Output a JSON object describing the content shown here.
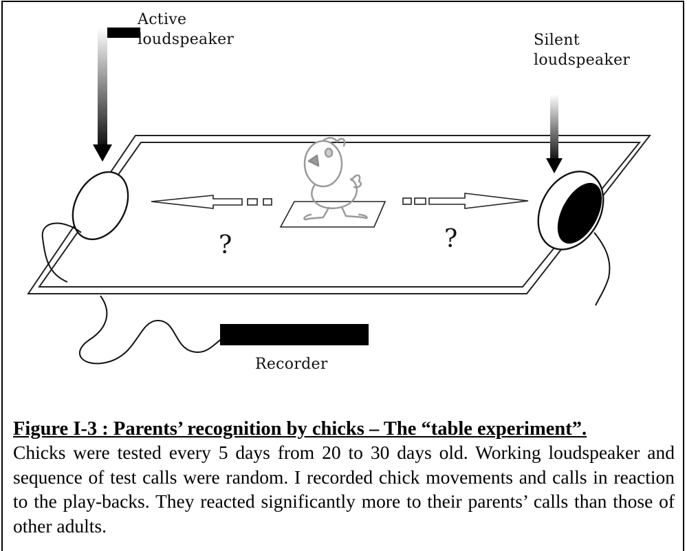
{
  "labels": {
    "active_loudspeaker": "Active\nloudspeaker",
    "silent_loudspeaker": "Silent\nloudspeaker",
    "recorder": "Recorder",
    "question_left": "?",
    "question_right": "?"
  },
  "caption": {
    "title": "Figure I-3 : Parents’ recognition by chicks – The “table experiment”.",
    "body": "Chicks were tested every 5 days from 20 to 30 days old. Working loudspeaker and sequence of test calls were random. I recorded chick movements and calls in reaction to the play-backs. They reacted significantly more to their parents’ calls than those of other adults."
  }
}
